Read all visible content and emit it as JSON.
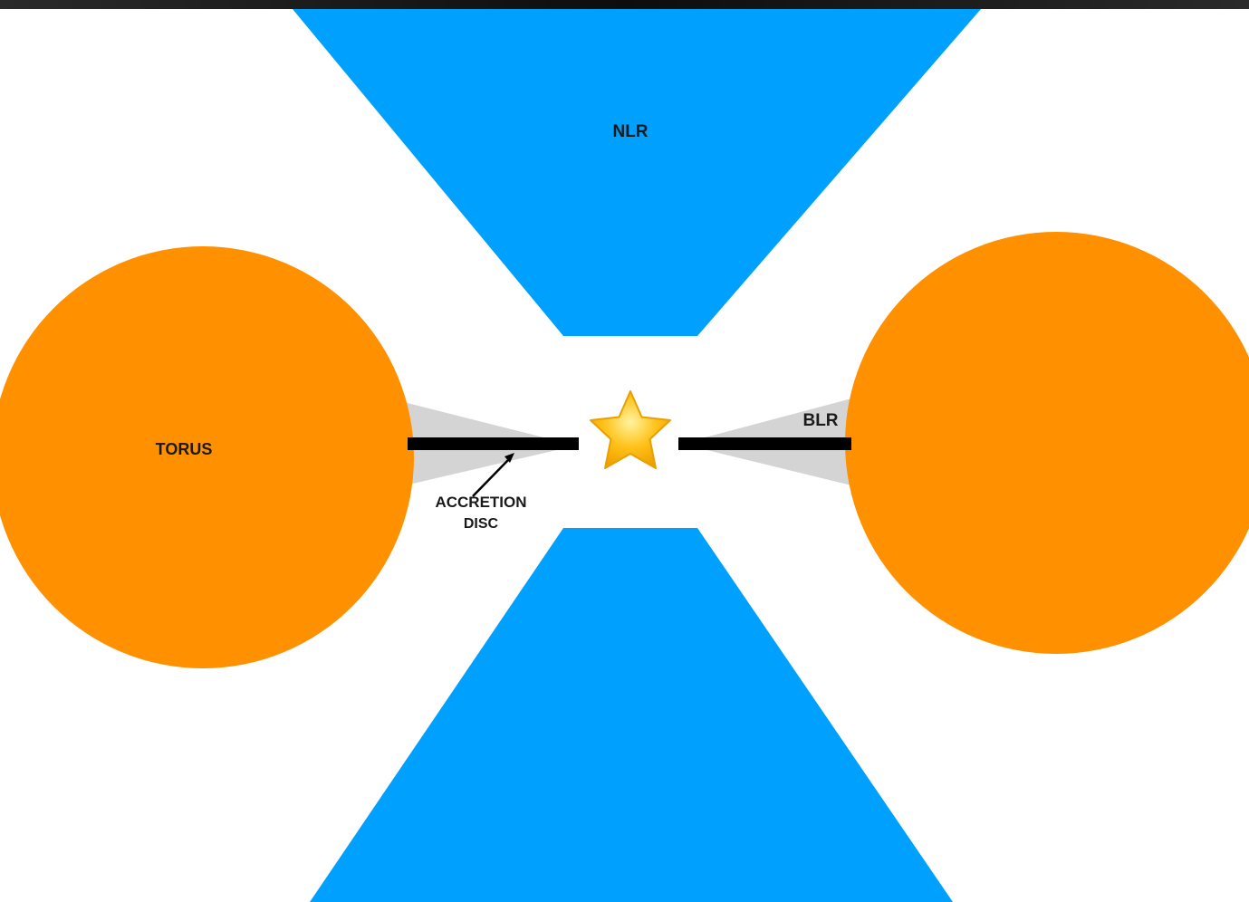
{
  "labels": {
    "nlr": "NLR",
    "torus": "TORUS",
    "blr": "BLR",
    "accretion_line1": "ACCRETION",
    "accretion_line2": "DISC"
  },
  "colors": {
    "nlr": "#00a0ff",
    "torus": "#ff9000",
    "blr": "#d4d4d4",
    "accretion_disc": "#000000",
    "star_fill": "#ffc21a",
    "star_stroke": "#e8a000",
    "top_strip": "#0b0b0b"
  },
  "icons": {
    "central_source": "star-icon",
    "pointer": "arrow-icon"
  }
}
